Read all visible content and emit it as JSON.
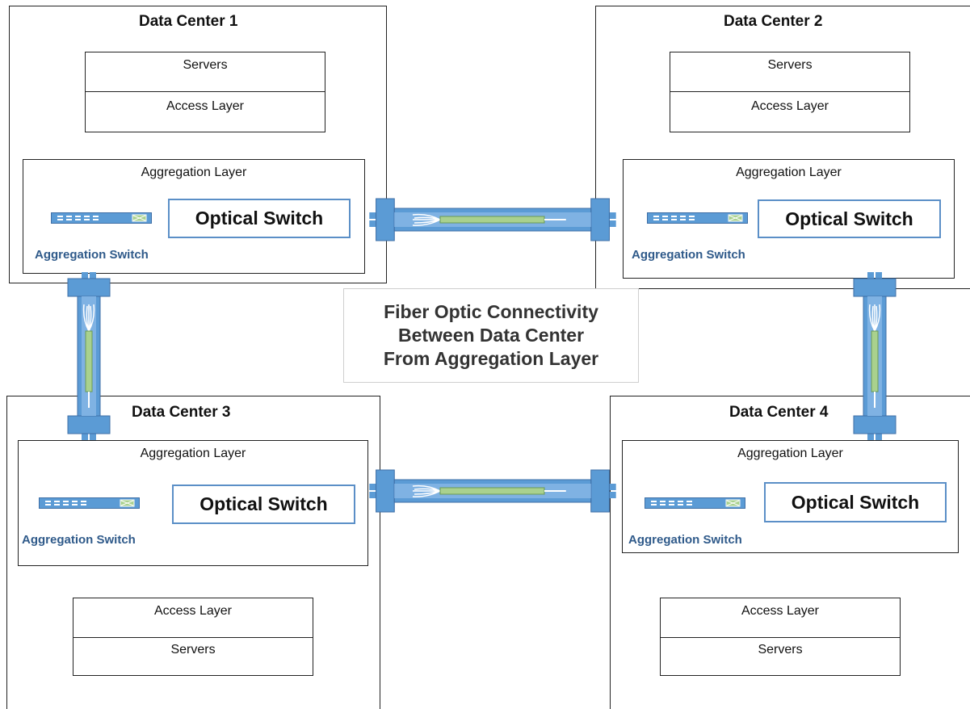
{
  "colors": {
    "optical_border": "#5b8fc7",
    "cable_blue": "#5b9bd5",
    "fiber_green": "#a9d18e",
    "label_blue": "#2f5a8a"
  },
  "icons": {
    "aggregation_switch": "network-switch-icon",
    "fiber_link": "fiber-optic-cable-icon"
  },
  "data_centers": [
    {
      "title": "Data Center 1",
      "servers": "Servers",
      "access_layer": "Access Layer",
      "aggregation_layer": "Aggregation Layer",
      "optical_switch": "Optical Switch",
      "aggregation_switch": "Aggregation Switch"
    },
    {
      "title": "Data Center 2",
      "servers": "Servers",
      "access_layer": "Access Layer",
      "aggregation_layer": "Aggregation Layer",
      "optical_switch": "Optical Switch",
      "aggregation_switch": "Aggregation Switch"
    },
    {
      "title": "Data Center 3",
      "servers": "Servers",
      "access_layer": "Access Layer",
      "aggregation_layer": "Aggregation Layer",
      "optical_switch": "Optical Switch",
      "aggregation_switch": "Aggregation Switch"
    },
    {
      "title": "Data Center 4",
      "servers": "Servers",
      "access_layer": "Access Layer",
      "aggregation_layer": "Aggregation Layer",
      "optical_switch": "Optical Switch",
      "aggregation_switch": "Aggregation Switch"
    }
  ],
  "caption": {
    "line1": "Fiber Optic Connectivity",
    "line2": "Between Data Center",
    "line3": "From Aggregation Layer"
  }
}
